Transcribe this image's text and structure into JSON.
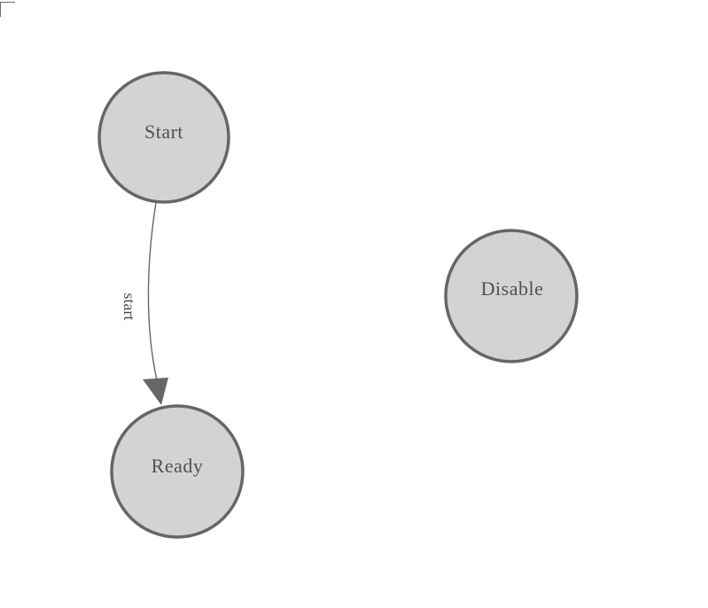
{
  "diagram": {
    "kind": "finite-state-machine",
    "background": "#ffffff",
    "style": {
      "node_fill": "#d3d3d3",
      "node_stroke": "#666666",
      "node_stroke_width": "3.5",
      "edge_color": "#666666",
      "text_color": "#4d5056",
      "corner_mark_color": "#6b6b6b"
    },
    "nodes": [
      {
        "id": "start",
        "label": "Start"
      },
      {
        "id": "ready",
        "label": "Ready"
      },
      {
        "id": "disable",
        "label": "Disable"
      }
    ],
    "edges": [
      {
        "from": "start",
        "to": "ready",
        "label": "start"
      }
    ]
  }
}
